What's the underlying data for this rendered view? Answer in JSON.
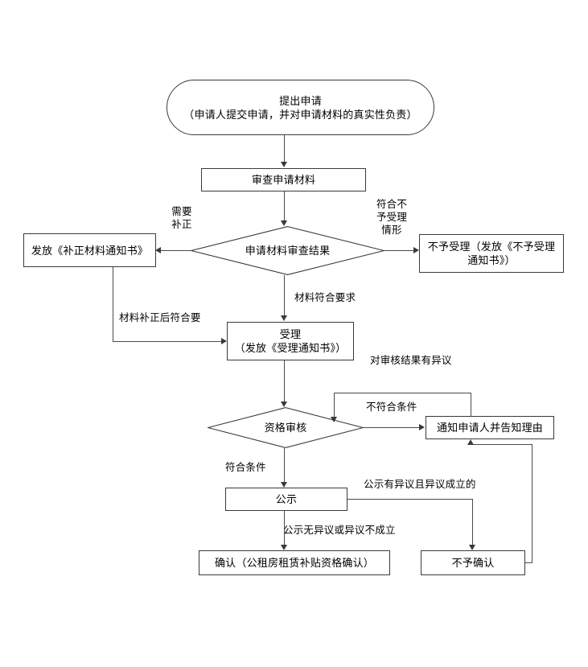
{
  "diagram": {
    "title_text": "",
    "line_color": "#4a4a4a",
    "text_color": "#000000",
    "background": "#ffffff",
    "nodes": {
      "apply": "提出申请\n（申请人提交申请，并对申请材料的真实性负责）",
      "review_materials": "审查申请材料",
      "review_result": "申请材料审查结果",
      "issue_correction_notice": "发放《补正材料通知书》",
      "not_accepted": "不予受理（发放《不予受理\n通知书》）",
      "accepted": "受理\n（发放《受理通知书》）",
      "qualification_review": "资格审核",
      "notify_applicant": "通知申请人并告知理由",
      "publicity": "公示",
      "confirm": "确认（公租房租赁补贴资格确认）",
      "not_confirmed": "不予确认"
    },
    "edge_labels": {
      "need_correction": "需要\n补正",
      "meets_non_acceptance": "符合不\n予受理\n情形",
      "materials_compliant": "材料符合要求",
      "corrected_compliant": "材料补正后符合要",
      "objection_to_result": "对审核结果有异议",
      "not_qualified": "不符合条件",
      "qualified": "符合条件",
      "publicity_objection_valid": "公示有异议且异议成立的",
      "publicity_no_objection": "公示无异议或异议不成立"
    }
  }
}
